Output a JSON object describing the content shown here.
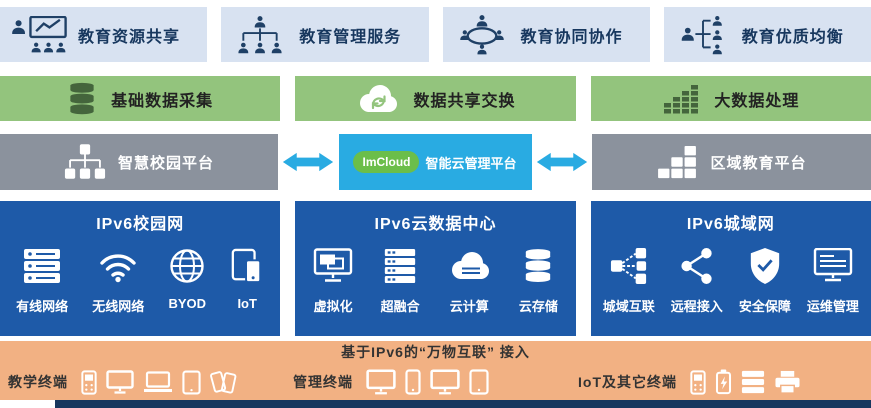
{
  "top_apps": {
    "items": [
      {
        "label": "教育资源共享",
        "icon": "presentation-audience-icon"
      },
      {
        "label": "教育管理服务",
        "icon": "org-tree-icon"
      },
      {
        "label": "教育协同协作",
        "icon": "collaboration-circle-icon"
      },
      {
        "label": "教育优质均衡",
        "icon": "balanced-org-icon"
      }
    ]
  },
  "data_layer": {
    "items": [
      {
        "label": "基础数据采集",
        "icon": "database-icon"
      },
      {
        "label": "数据共享交换",
        "icon": "cloud-sync-icon"
      },
      {
        "label": "大数据处理",
        "icon": "bar-grid-icon"
      }
    ]
  },
  "platform_layer": {
    "left": {
      "label": "智慧校园平台",
      "icon": "network-nodes-icon"
    },
    "center": {
      "logo_text": "ImCloud",
      "label": "智能云管理平台"
    },
    "right": {
      "label": "区域教育平台",
      "icon": "building-blocks-icon"
    },
    "arrow_icon": "bidirectional-arrow-icon"
  },
  "network_layer": {
    "boxes": [
      {
        "title": "IPv6校园网",
        "items": [
          {
            "label": "有线网络",
            "icon": "server-rack-icon"
          },
          {
            "label": "无线网络",
            "icon": "wifi-icon"
          },
          {
            "label": "BYOD",
            "icon": "globe-icon"
          },
          {
            "label": "IoT",
            "icon": "iot-device-icon"
          }
        ]
      },
      {
        "title": "IPv6云数据中心",
        "items": [
          {
            "label": "虚拟化",
            "icon": "virtualization-icon"
          },
          {
            "label": "超融合",
            "icon": "hyperconverged-icon"
          },
          {
            "label": "云计算",
            "icon": "cloud-compute-icon"
          },
          {
            "label": "云存储",
            "icon": "cloud-storage-icon"
          }
        ]
      },
      {
        "title": "IPv6城域网",
        "items": [
          {
            "label": "城域互联",
            "icon": "topology-icon"
          },
          {
            "label": "远程接入",
            "icon": "remote-access-icon"
          },
          {
            "label": "安全保障",
            "icon": "shield-icon"
          },
          {
            "label": "运维管理",
            "icon": "ops-monitor-icon"
          }
        ]
      }
    ]
  },
  "terminal_layer": {
    "title": "基于IPv6的“万物互联” 接入",
    "groups": [
      {
        "label": "教学终端",
        "icons": [
          "interactive-tablet-icon",
          "monitor-icon",
          "laptop-icon",
          "tablet-icon",
          "phones-icon"
        ]
      },
      {
        "label": "管理终端",
        "icons": [
          "monitor-icon",
          "phone-icon",
          "monitor-icon",
          "tablet-icon"
        ]
      },
      {
        "label": "IoT及其它终端",
        "icons": [
          "handheld-terminal-icon",
          "charging-icon",
          "server-stack-icon",
          "printer-icon"
        ]
      }
    ]
  },
  "colors": {
    "app_box_bg": "#d8e2f1",
    "app_text": "#17375e",
    "data_box_bg": "#93c47d",
    "platform_gray_bg": "#8b929d",
    "cloud_accent": "#29abe2",
    "imcloud_green": "#6bbe4a",
    "network_blue": "#1e5aa8",
    "terminal_orange": "#f2b183",
    "footer_navy": "#17375e"
  }
}
